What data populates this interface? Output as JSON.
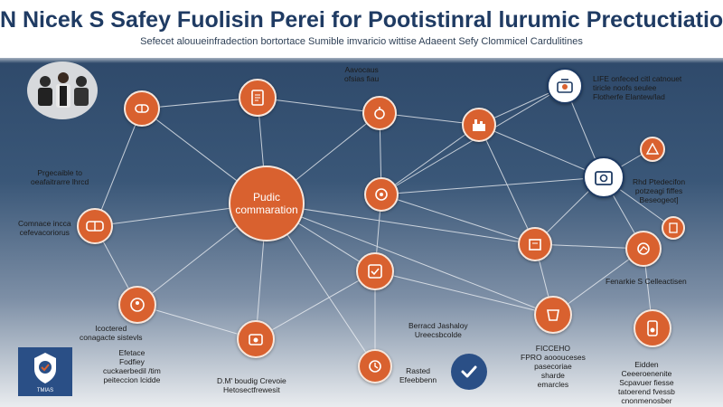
{
  "header": {
    "title": "N  Nicek S Safey Fuolisin Perei for  Pootistinral lurumic Prectuctiatiok",
    "subtitle": "Sefecet alouueinfradection bortortace Sumible imvaricio wittise Adaeent Sefy Clommicel Cardulitines"
  },
  "hub": {
    "line1": "Pudic",
    "line2": "commaration"
  },
  "labels": {
    "top_mid": [
      "Aavocaus",
      "ofsias fiau"
    ],
    "left_upper": [
      "Prgecaible to",
      "oeafaitrarre lhrcd"
    ],
    "left_mid": [
      "Comnace incca",
      "cefevacoriorus"
    ],
    "left_lower": [
      "Icoctered",
      "conagacte sistevls"
    ],
    "left_bottom": [
      "Efetace",
      "Fodfiey",
      "cuckaerbedil /tim",
      "peiteccion lcidde"
    ],
    "bottom_left": [
      "D.M' boudig Crevoie",
      "Hetosectfrewesit"
    ],
    "center_lower": [
      "Berracd Jashaloy",
      "Ureecsbcolde"
    ],
    "bottom_center": [
      "Rasted",
      "Efeebbenn"
    ],
    "right_lower_center": [
      "FICCEHO",
      "FPRO aooouceses",
      "pasecoriae",
      "sharde",
      "emarcles"
    ],
    "top_right": [
      "LIFE onfeced citl catnouet",
      "tiricle noofs seulee",
      "Flotherfe Elantew/lad"
    ],
    "right_upper": [
      "Rhd Ptedecifon",
      "potzeagi fiffes",
      "Beseogeot]"
    ],
    "right_mid": [
      "Fenarkie S Celleactisen"
    ],
    "bottom_right": [
      "Eidden",
      "Ceeeroenenite",
      "Scpavuer fiesse",
      "tatoerend fvessb",
      "cnonmenosber"
    ]
  },
  "badge": {
    "text": "TMIAS"
  },
  "icons": {
    "hub": "announcement-hub",
    "n1": "pill-capsule-icon",
    "n2": "document-icon",
    "n3": "lab-flask-icon",
    "n4": "factory-icon",
    "n5": "hospital-building-icon",
    "n6": "worker-icon",
    "n7": "clipboard-icon",
    "n8": "warning-icon",
    "n9": "medicine-box-icon",
    "n10": "shield-icon",
    "n11": "chart-icon",
    "n12": "monitor-icon",
    "n13": "safety-check-icon",
    "n14": "mobile-device-icon",
    "n15": "pharmacy-icon",
    "n16": "report-icon",
    "n17": "camera-icon",
    "n18": "inspection-icon",
    "n19": "check-icon"
  },
  "colors": {
    "node": "#d9612f",
    "edge": "#f4f6f9",
    "title": "#1f3b63",
    "badge": "#2a4f86"
  }
}
